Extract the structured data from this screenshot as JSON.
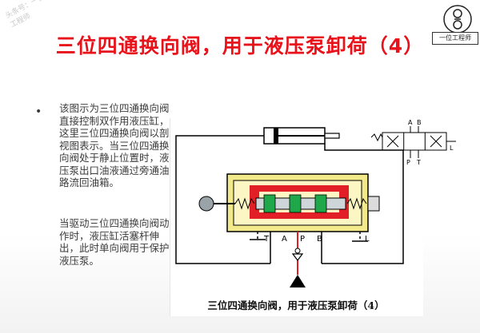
{
  "title": "三位四通换向阀，用于液压泵卸荷（4）",
  "watermark": "头条号：一位工程师",
  "logo": {
    "caption": "一位工程师"
  },
  "bullet": "•",
  "paragraphs": [
    "该图示为三位四通换向阀直接控制双作用液压缸，这里三位四通换向阀以剖视图表示。当三位四通换向阀处于静止位置时，液压泵出口油液通过旁通油路流回油箱。",
    "当驱动三位四通换向阀动作时，液压缸活塞杆伸出，此时单向阀用于保护液压泵。"
  ],
  "diagram": {
    "caption": "三位四通换向阀，用于液压泵卸荷（4）",
    "port_labels": {
      "T": "T",
      "A": "A",
      "P": "P",
      "B": "B",
      "L": "L"
    },
    "symbol_labels": {
      "A": "A",
      "B": "B",
      "P": "P",
      "T": "T",
      "L": "L"
    },
    "colors": {
      "pressure": "#e21e26",
      "spool": "#1fa84a",
      "body": "#f1e98a",
      "line": "#000000",
      "title": "#e8121a"
    }
  }
}
